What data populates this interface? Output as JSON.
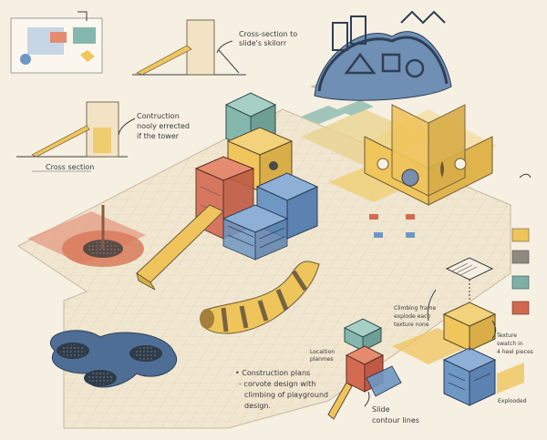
{
  "notes": {
    "cross_section_slide": [
      "Cross-section to",
      "slide's skilorr"
    ],
    "construction_tower": [
      "Contruction",
      "nooly errected",
      "if the tower"
    ],
    "cross_section_label": "Cross section",
    "construction_plans": [
      "• Construction plans",
      "- corvote design with",
      "climbing of playground",
      "design."
    ],
    "slide_contour": [
      "Slide",
      "contour lines"
    ],
    "climbing_frame": [
      "Climbing frame",
      "explode each",
      "texture none"
    ],
    "texture_swatch": [
      "Texture",
      "swatch in",
      "4 heel pieces"
    ],
    "exploded": "Explooded",
    "location_planes": [
      "Locaition",
      "planmes"
    ]
  },
  "swatches": [
    {
      "name": "yellow-texture",
      "color": "#edc55a"
    },
    {
      "name": "grey-texture",
      "color": "#8f8a80"
    },
    {
      "name": "teal-texture",
      "color": "#7fb0a8"
    },
    {
      "name": "red-texture",
      "color": "#d2674f"
    }
  ],
  "palette": {
    "yellow": "#efc55c",
    "red": "#d46a52",
    "blue": "#6f97c4",
    "teal": "#86b7ad",
    "navy": "#3f5e87",
    "paper": "#f6f0e3"
  }
}
